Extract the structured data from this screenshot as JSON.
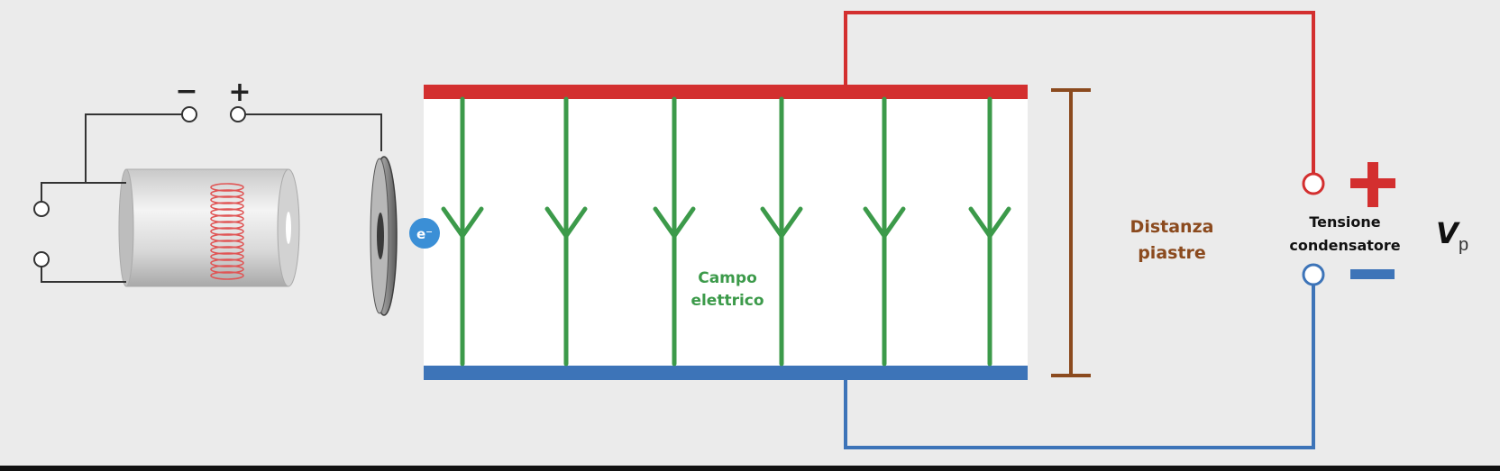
{
  "terminals": {
    "source_minus": "−",
    "source_plus": "+",
    "capacitor_plus": "+",
    "capacitor_minus": "−"
  },
  "electron": {
    "label": "e⁻"
  },
  "field": {
    "label_line1": "Campo",
    "label_line2": "elettrico"
  },
  "distance": {
    "label_line1": "Distanza",
    "label_line2": "piastre"
  },
  "voltage": {
    "label_line1": "Tensione",
    "label_line2": "condensatore",
    "symbol": "V",
    "subscript": "p"
  },
  "colors": {
    "positive": "#d32f2f",
    "negative": "#3d74b8",
    "field": "#3c9a4a",
    "distance": "#8b4a1e",
    "electron": "#3b8fd6",
    "wire": "#333333"
  }
}
